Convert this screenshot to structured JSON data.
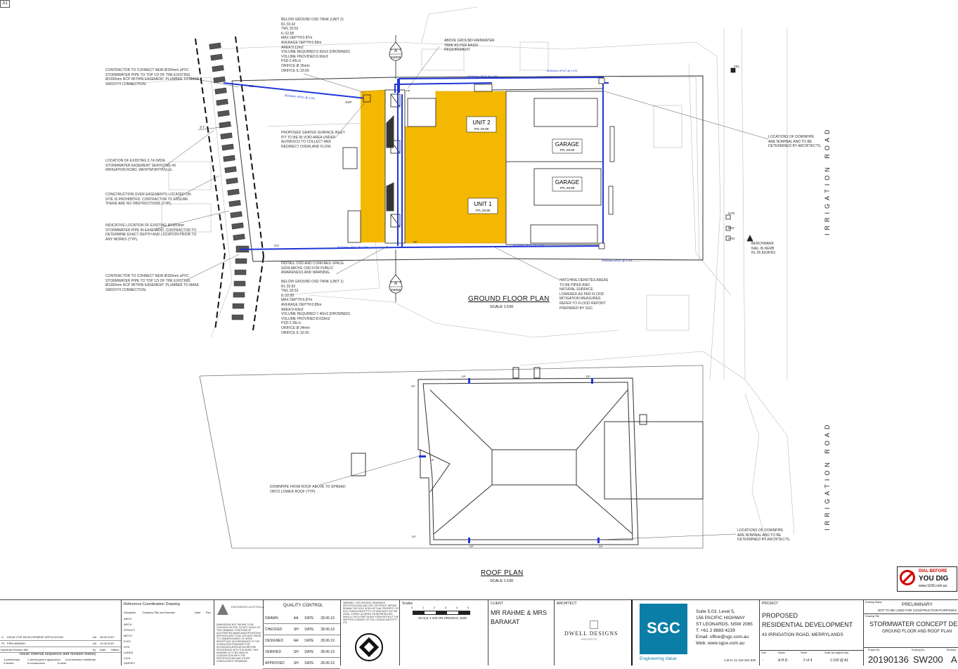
{
  "sheet_marker": "A1",
  "plans": {
    "ground_floor": {
      "title": "GROUND FLOOR PLAN",
      "scale": "SCALE 1:100"
    },
    "roof": {
      "title": "ROOF PLAN",
      "scale": "SCALE 1:100"
    }
  },
  "road_labels": [
    "IRRIGATION ROAD",
    "IRRIGATION ROAD"
  ],
  "room_labels": {
    "unit2": {
      "name": "UNIT 2",
      "ffl": "FFL:33.90"
    },
    "unit1": {
      "name": "UNIT 1",
      "ffl": "FFL:33.90"
    },
    "garage_top": {
      "name": "GARAGE",
      "ffl": "FFL:33.00"
    },
    "garage_bottom": {
      "name": "GARAGE",
      "ffl": "FFL:33.80"
    }
  },
  "section_markers": [
    {
      "letter": "A",
      "sheet": "SW300"
    },
    {
      "letter": "A",
      "sheet": "SW300"
    }
  ],
  "dimension_label": "3.7",
  "small_labels": {
    "dp": "DP",
    "pipe": "Ø150mm uPVC @ 1.0%",
    "co": "CO",
    "ff": "FF",
    "tel": "TEL",
    "hyd": "HYD",
    "esv": "ESV",
    "gsp": "GSP",
    "benchmark": "BENCHMARK\nNAIL IN KERB\nRL:35.82(AHD)"
  },
  "notes": {
    "osd_unit2": "BELOW GROUND OSD TANK (UNIT 2)\nRL:33.62\nTWL:33.52\nIL:32.58\nMAX DEPTH:0.87m\nAVERAGE DEPTH:0.85m\nAREA:9.12m2\nVOLUME REQUIRED:6.92m3 (DROWNED)\nVOLUME PROVIDED:6.90m3\nPSD:2.45L/s\nORIFICE Ø 35mm\nORIFICE IL:33.65",
    "rainwater": "ABOVE GROUND RAINWATER\nTANK AS PER BASIX\nREQUIREMENT",
    "connect_top": "CONTRACTOR TO CONNECT NEW Ø150mm uPVC\nSTORMWATER PIPE TO TOP 1/3 OF THE EXISTING\nØ1350mm RCP WITHIN EASEMENT. PLUMBER TO MAKE\nSMOOTH CONNECTION.",
    "grated_pit": "PROPOSED GRATED SURFACE INLET\nPIT TO BE IN VOID AREA UNDER\nALFRESCO TO COLLECT AND\nREDIRECT OVERLAND FLOW.",
    "easement_location": "LOCATION OF EXISTING 3.7m WIDE\nSTORMWATER EASEMENT SERVICING 43\nIRRIGATION ROAD, WENTWORTHVILLE.",
    "construction_easement": "CONSTRUCTION OVER EASEMENTS LOCATED ON\nSITE IS PROHIBITED. CONTRACTOR TO ENSURE\nTHERE ARE NO OBSTRUCTIONS (TYP).",
    "indicative": "INDICATIVE LOCATION OF EXISTING Ø1350mm\nSTORMWATER PIPE IN EASEMENT. CONTRACTOR TO\nDETERMINE EXACT DEPTH AND LOCATION PRIOR TO\nANY WORKS (TYP).",
    "connect_bottom": "CONTRACTOR TO CONNECT NEW Ø150mm uPVC\nSTORMWATER PIPE TO TOP 1/3 OF THE EXISTING\nØ1350mm RCP WITHIN EASEMENT. PLUMBER TO MAKE\nSMOOTH CONNECTION.",
    "install_osd": "INSTALL OSD AND CONFINED SPACE\nSIGN ABOVE OSD FOR PUBLIC\nAWARENESS AND WARNING.",
    "osd_unit1": "BELOW GROUND OSD TANK (UNIT 1)\nRL:33.82\nTWL:33.52\nIL:32.58\nMAX DEPTH:0.87m\nAVERAGE DEPTH:0.85m\nAREA:9.43m2\nVOLUME REQUIRED:7.40m3 (DROWNED)\nVOLUME PROVIDED:8.033m3\nPSD:2.36L/s\nORIFICE Ø 34mm\nORIFICE IL:32.65",
    "hatching": "HATCHING DENOTES AREAS\nTO BE PIPED AND\nNATURAL SURFACE\nLOWERED AS PER FLOOD\nMITIGATION MEASURES.\nREFER TO FLOOD REPORT\nPREPARED BY SGC.",
    "downpipe_locations": "LOCATIONS OF DOWNPIPE\nARE NOMINAL AND TO BE\nDETERMINED BY ARCHITECTS.",
    "downpipe_roof": "DOWNPIPE FROM ROOF ABOVE TO SPREAD\nONTO LOWER ROOF (TYP).",
    "downpipe_locations_roof": "LOCATIONS OF DOWNPIPE\nARE NOMINAL AND TO BE\nDETERMINED BY ARCHITECTS."
  },
  "badge": {
    "line1": "DIAL BEFORE",
    "line2": "YOU DIG",
    "line3": "www.1100.com.au"
  },
  "title_block": {
    "revision_history": {
      "heading": "Issue/ internal sequence and revision history",
      "rows": [
        {
          "rev": "A",
          "desc": "ISSUE FOR DEVELOPMENT APPLICATION",
          "by": "AA",
          "date": "28.06.2019"
        },
        {
          "rev": "P1",
          "desc": "PRELIMINARY",
          "by": "AA",
          "date": "12.06.2019"
        }
      ],
      "columns": [
        "Issue",
        "Last revision title",
        "by",
        "Date",
        "Status"
      ],
      "legend": [
        "1-preliminary",
        "2-development application",
        "3-construction certificate",
        "4-tender",
        "5-construction",
        "6-other"
      ]
    },
    "reference": {
      "heading": "Reference Coordination Drawing",
      "columns": [
        "Discipline",
        "Drawing Title and Number",
        "Date",
        "Rev"
      ],
      "disciplines": [
        "ARCH",
        "ARCH",
        "STRUCT",
        "MECH",
        "ELEC",
        "HYD",
        "LANDS",
        "CIVIL",
        "SURVEY"
      ]
    },
    "engineers_australia": "ENGINEERS AUSTRALIA",
    "disclaimer": "DIMENSIONS NOT SHOWN TO BE CHECKED ON SITE. DO NOT SCALE OF THIS DRAWING. POSITIONS OF AUTHORITIES MAINS AND/OR EXISTING SERVICES ARE TO BE CHECKED PRIOR TO COMMENCEMENT OF WORK. REPORT ANY DISCREPANCIES TO THE CONSULTING ENGINEER FOR DECISION/CLARIFICATION BEFORE PROCEEDING WITH THE WORK. THIS DRAWING IS TO BE READ IN CONJUNCTION WITH THE SPECIFICATIONS AND OTHER CONSULTANTS' DRAWINGS.",
    "quality_control": {
      "heading": "QUALITY CONTROL",
      "rows": [
        {
          "role": "DRAWN",
          "who": "AA",
          "date_label": "DATE",
          "date": "28.06.19"
        },
        {
          "role": "CHECKED",
          "who": "SH",
          "date_label": "DATE",
          "date": "28.06.19"
        },
        {
          "role": "DESIGNED",
          "who": "AA",
          "date_label": "DATE",
          "date": "28.06.19"
        },
        {
          "role": "VERIFIED",
          "who": "SH",
          "date_label": "DATE",
          "date": "28.06.19"
        },
        {
          "role": "APPROVED",
          "who": "SH",
          "date_label": "DATE",
          "date": "28.06.19"
        }
      ]
    },
    "warning": "WARNING: THE DESIGNS, DRAWINGS, SPECIFICATIONS AND THE COPYRIGHT HEREIN REMAIN THE SOLE INTELLECTUAL PROPERTY OF SGC CONSULTANTS PTY LTD AND MUST NOT BE USED, COPIED, ALTERED OR REPRODUCED WHOLLY OR IN PART IN ANY FORM WITHOUT THE WRITTEN CONSENT OF SGC CONSULTANTS PTY LTD",
    "scale_bar": {
      "label": "Scales",
      "ticks": [
        "0",
        "1",
        "2",
        "3",
        "4",
        "5"
      ],
      "caption": "SCALE 1:100 ON ORIGINAL SIZE"
    },
    "client": {
      "label": "CLIENT",
      "name_line1": "MR RAHME & MRS",
      "name_line2": "BARAKAT"
    },
    "architect": {
      "label": "ARCHITECT",
      "name": "DWELL DESIGNS",
      "tag": "ARCHITECTS"
    },
    "sgc": {
      "logo": "SGC",
      "tagline": "Engineering Value",
      "address": [
        "Suite 5.03, Level 5,",
        "156 PACIFIC HIGHWAY",
        "ST LEONARDS, NSW 2065",
        "T: +61 2 8883 4239",
        "Email: office@sgc.com.au",
        "Web: www.sgce.com.au"
      ],
      "abn": "A.B.N. 21 118 322 530"
    },
    "project": {
      "label": "PROJECT",
      "line1": "PROPOSED",
      "line2": "RESIDENTIAL DEVELOPMENT",
      "address": "43 IRRIGATION ROAD, MERRYLANDS"
    },
    "grid": {
      "labels": [
        "Grid",
        "Datum",
        "Sheet",
        "Scale (at original size)"
      ],
      "values": [
        "-",
        "A.H.D.",
        "2 of 4",
        "1:100 @ A1"
      ]
    },
    "status": {
      "label": "Drawing Status",
      "value": "PRELIMINARY",
      "note": "NOT TO BE USED FOR CONSTRUCTION PURPOSES"
    },
    "drawing_title": {
      "label": "Drawing Title",
      "line1": "STORMWATER CONCEPT DESIGN",
      "line2": "GROUND FLOOR AND ROOF PLAN"
    },
    "numbers": {
      "project_label": "Project No.",
      "project_no": "20190136",
      "drawing_label": "Drawing No.",
      "drawing_no": "SW200",
      "revision_label": "Revision",
      "revision": "A"
    }
  },
  "colors": {
    "osd_fill": "#f5b800",
    "pipe": "#1f36d6",
    "sgc_blue": "#0a7ea6",
    "line": "#555555"
  }
}
